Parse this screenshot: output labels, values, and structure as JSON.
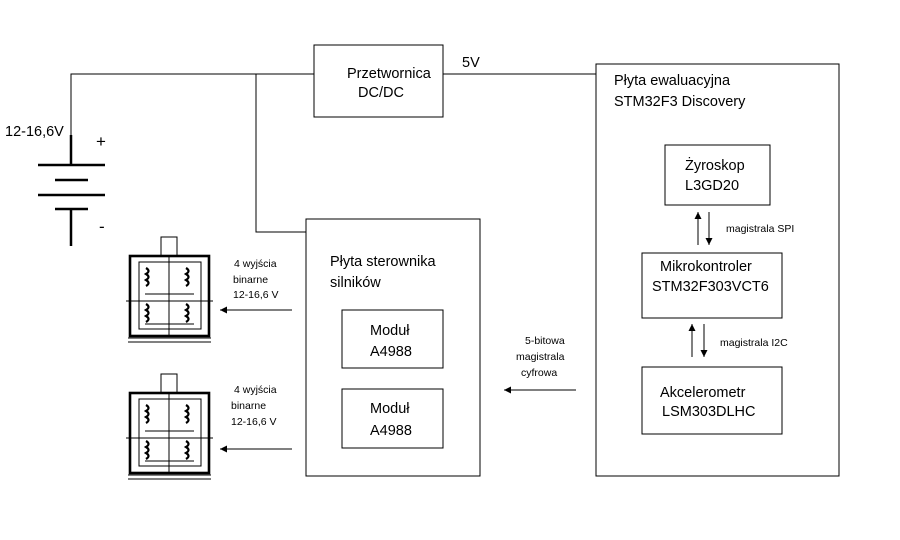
{
  "power": {
    "voltage": "12-16,6V",
    "plus": "+",
    "minus": "-"
  },
  "converter": {
    "line1": "Przetwornica",
    "line2": "DC/DC",
    "output": "5V"
  },
  "eval_board": {
    "line1": "Płyta ewaluacyjna",
    "line2": "STM32F3 Discovery",
    "gyro": {
      "line1": "Żyroskop",
      "line2": "L3GD20"
    },
    "bus_spi": "magistrala SPI",
    "mcu": {
      "line1": "Mikrokontroler",
      "line2": "STM32F303VCT6"
    },
    "bus_i2c": "magistrala I2C",
    "accel": {
      "line1": "Akcelerometr",
      "line2": "LSM303DLHC"
    }
  },
  "digital_bus": {
    "line1": "5-bitowa",
    "line2": "magistrala",
    "line3": "cyfrowa"
  },
  "driver_board": {
    "line1": "Płyta sterownika",
    "line2": "silników",
    "module1": {
      "line1": "Moduł",
      "line2": "A4988"
    },
    "module2": {
      "line1": "Moduł",
      "line2": "A4988"
    }
  },
  "outputs": [
    {
      "line1": "4 wyjścia",
      "line2": "binarne",
      "line3": "12-16,6 V"
    },
    {
      "line1": "4 wyjścia",
      "line2": "binarne",
      "line3": "12-16,6 V"
    }
  ]
}
